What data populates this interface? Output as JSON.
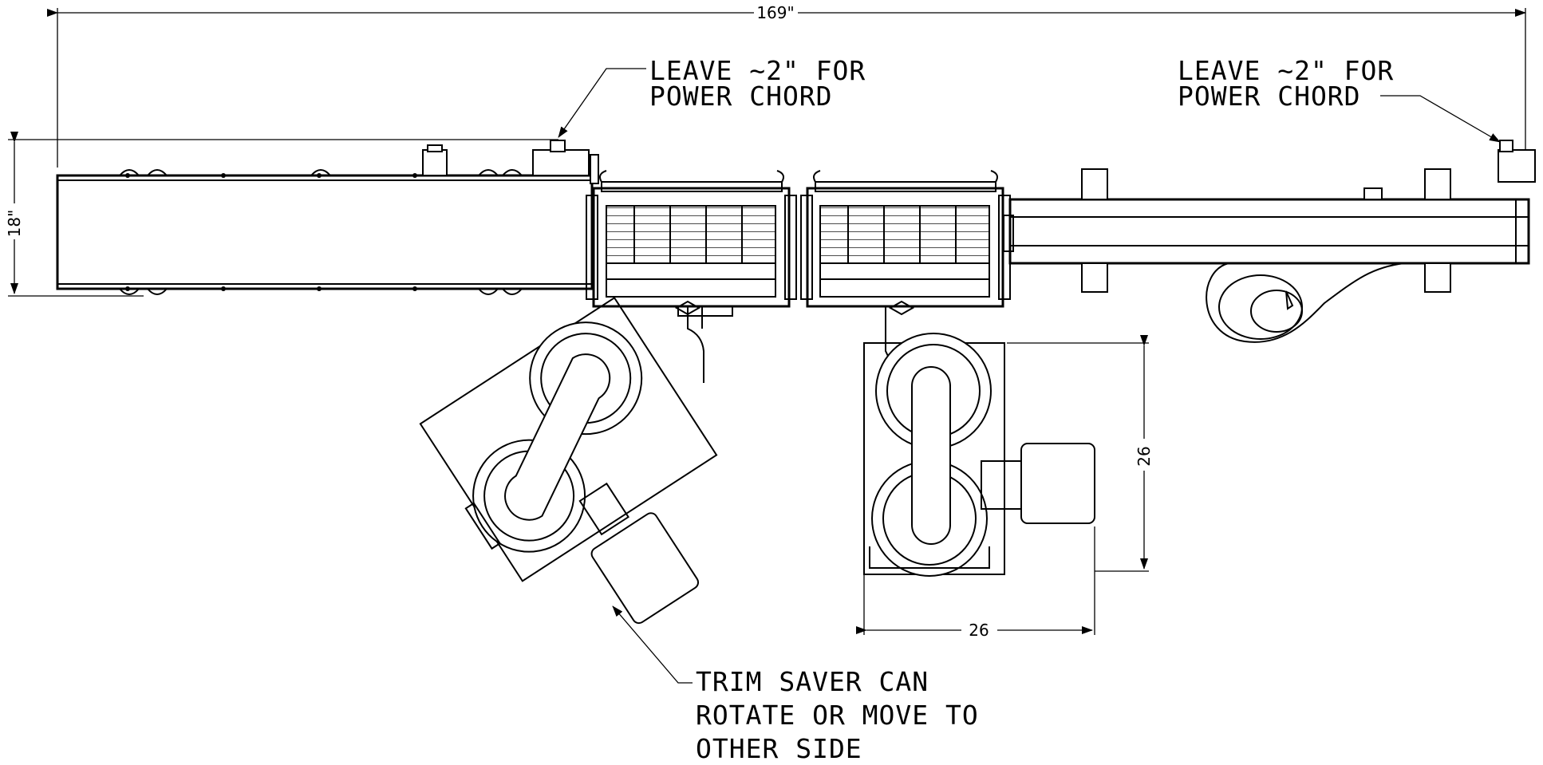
{
  "dimensions": {
    "overall_length": "169\"",
    "overall_width": "18\"",
    "trim_saver_width": "26",
    "trim_saver_depth": "26"
  },
  "notes": {
    "left_power": [
      "LEAVE ~2\" FOR",
      "POWER CHORD"
    ],
    "right_power": [
      "LEAVE ~2\" FOR",
      "POWER CHORD"
    ],
    "trim_saver": [
      "TRIM SAVER CAN",
      "ROTATE OR MOVE TO",
      "OTHER SIDE"
    ]
  },
  "colors": {
    "line": "#000000",
    "background": "#ffffff"
  }
}
